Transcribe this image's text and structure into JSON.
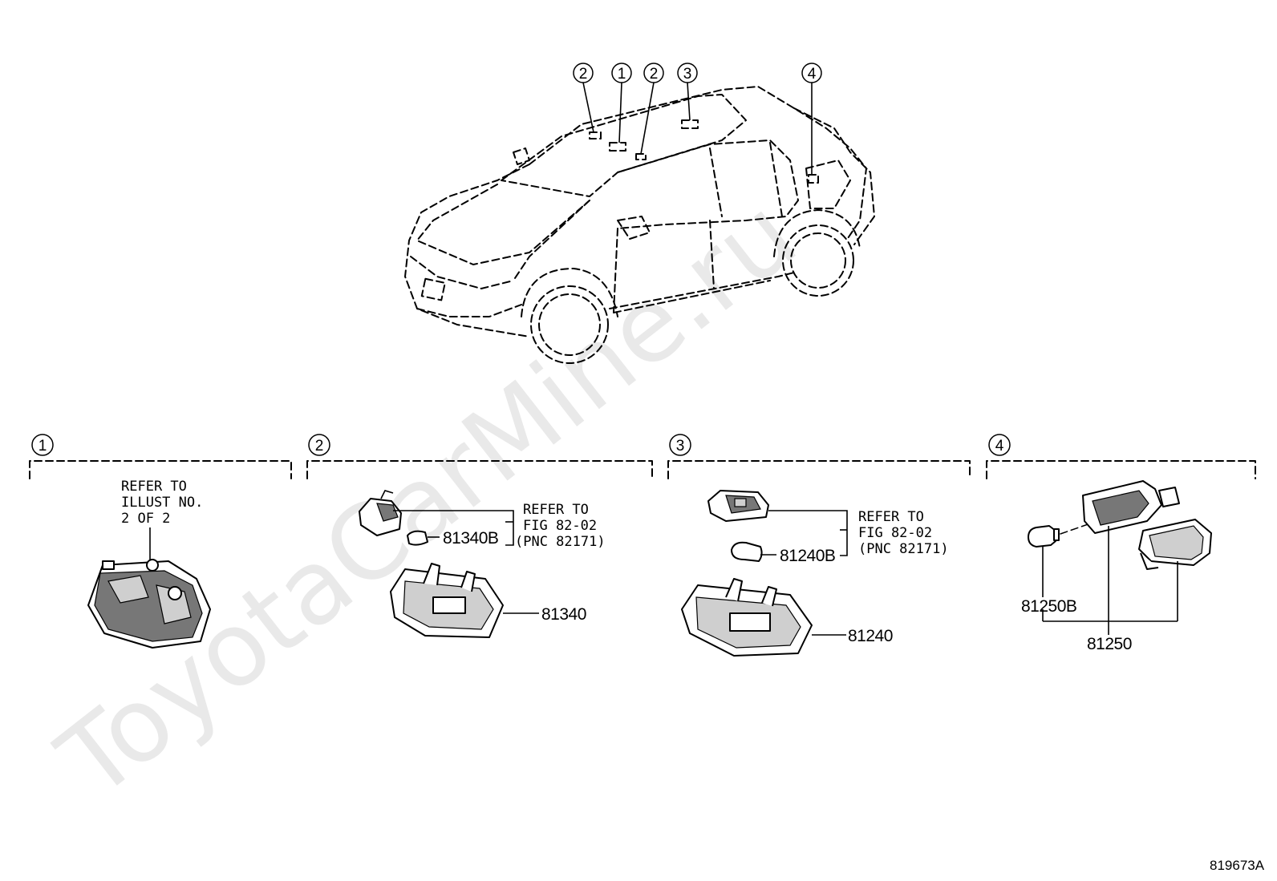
{
  "watermark": "ToyotaCarMine.ru",
  "figure_id": "819673A",
  "vehicle_callouts": [
    "2",
    "1",
    "2",
    "3",
    "4"
  ],
  "sections": [
    {
      "number": "1",
      "refer_lines": [
        "REFER TO",
        "ILLUST NO.",
        "2 OF 2"
      ]
    },
    {
      "number": "2",
      "refer_lines": [
        "REFER TO",
        "FIG 82-02",
        "(PNC 82171)"
      ],
      "parts": [
        "81340B",
        "81340"
      ]
    },
    {
      "number": "3",
      "refer_lines": [
        "REFER TO",
        "FIG 82-02",
        "(PNC 82171)"
      ],
      "parts": [
        "81240B",
        "81240"
      ]
    },
    {
      "number": "4",
      "parts": [
        "81250B",
        "81250"
      ]
    }
  ]
}
